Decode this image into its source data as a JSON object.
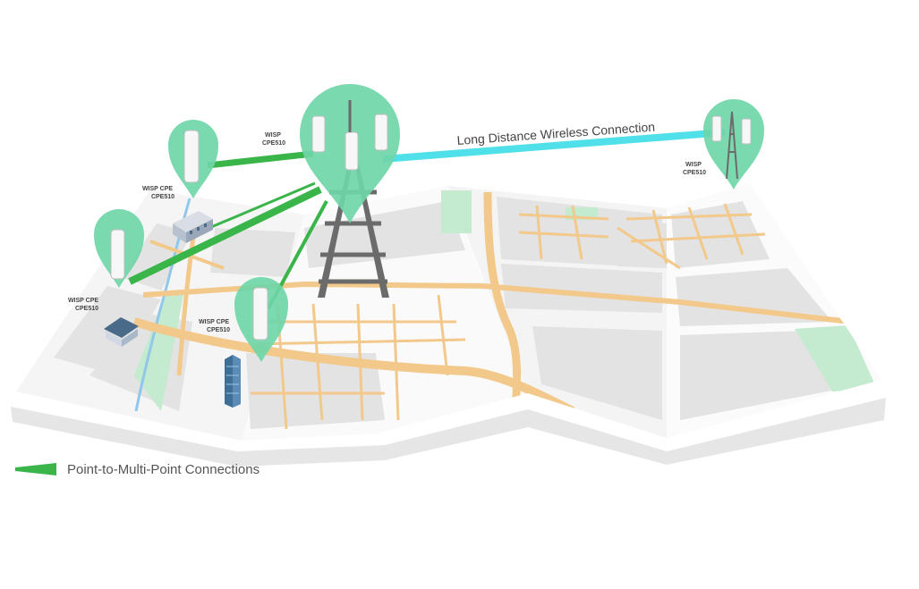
{
  "labels": {
    "long_distance": "Long Distance Wireless Connection",
    "tower_wisp": "WISP",
    "tower_model": "CPE510",
    "remote_wisp": "WISP",
    "remote_model": "CPE510",
    "cpe1_line1": "WISP CPE",
    "cpe1_line2": "CPE510",
    "cpe2_line1": "WISP CPE",
    "cpe2_line2": "CPE510",
    "cpe3_line1": "WISP CPE",
    "cpe3_line2": "CPE510"
  },
  "legend": {
    "label": "Point-to-Multi-Point Connections"
  },
  "colors": {
    "pin_green": "#6fd6a8",
    "link_green": "#3ab54a",
    "link_cyan": "#4fe0ea",
    "road": "#f2c98a",
    "map_block": "#e3e3e3",
    "park": "#c4ead0",
    "river": "#8fc8ea",
    "tower": "#6b6b6b"
  },
  "icons": {
    "tower": "lattice-tower-icon",
    "cpe": "outdoor-cpe-device-icon",
    "building": "building-icon",
    "house": "house-icon"
  }
}
